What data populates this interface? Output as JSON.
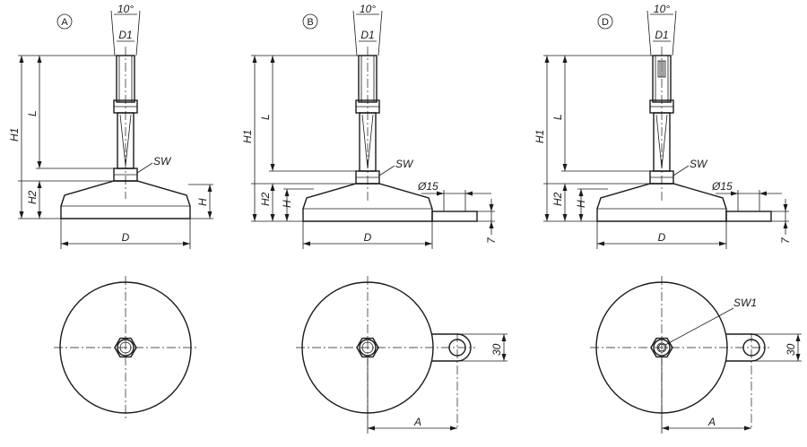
{
  "views": [
    {
      "badge": "A",
      "angle": "10°",
      "d1": "D1",
      "h1": "H1",
      "l": "L",
      "h2": "H2",
      "h": "H",
      "sw": "SW",
      "d": "D"
    },
    {
      "badge": "B",
      "angle": "10°",
      "d1": "D1",
      "h1": "H1",
      "l": "L",
      "h2": "H2",
      "h": "H",
      "sw": "SW",
      "d": "D",
      "hole": "Ø15",
      "thk": "7",
      "a": "A",
      "w": "30"
    },
    {
      "badge": "D",
      "angle": "10°",
      "d1": "D1",
      "h1": "H1",
      "l": "L",
      "h2": "H2",
      "h": "H",
      "sw": "SW",
      "d": "D",
      "hole": "Ø15",
      "thk": "7",
      "a": "A",
      "w": "30",
      "sw1": "SW1"
    }
  ]
}
